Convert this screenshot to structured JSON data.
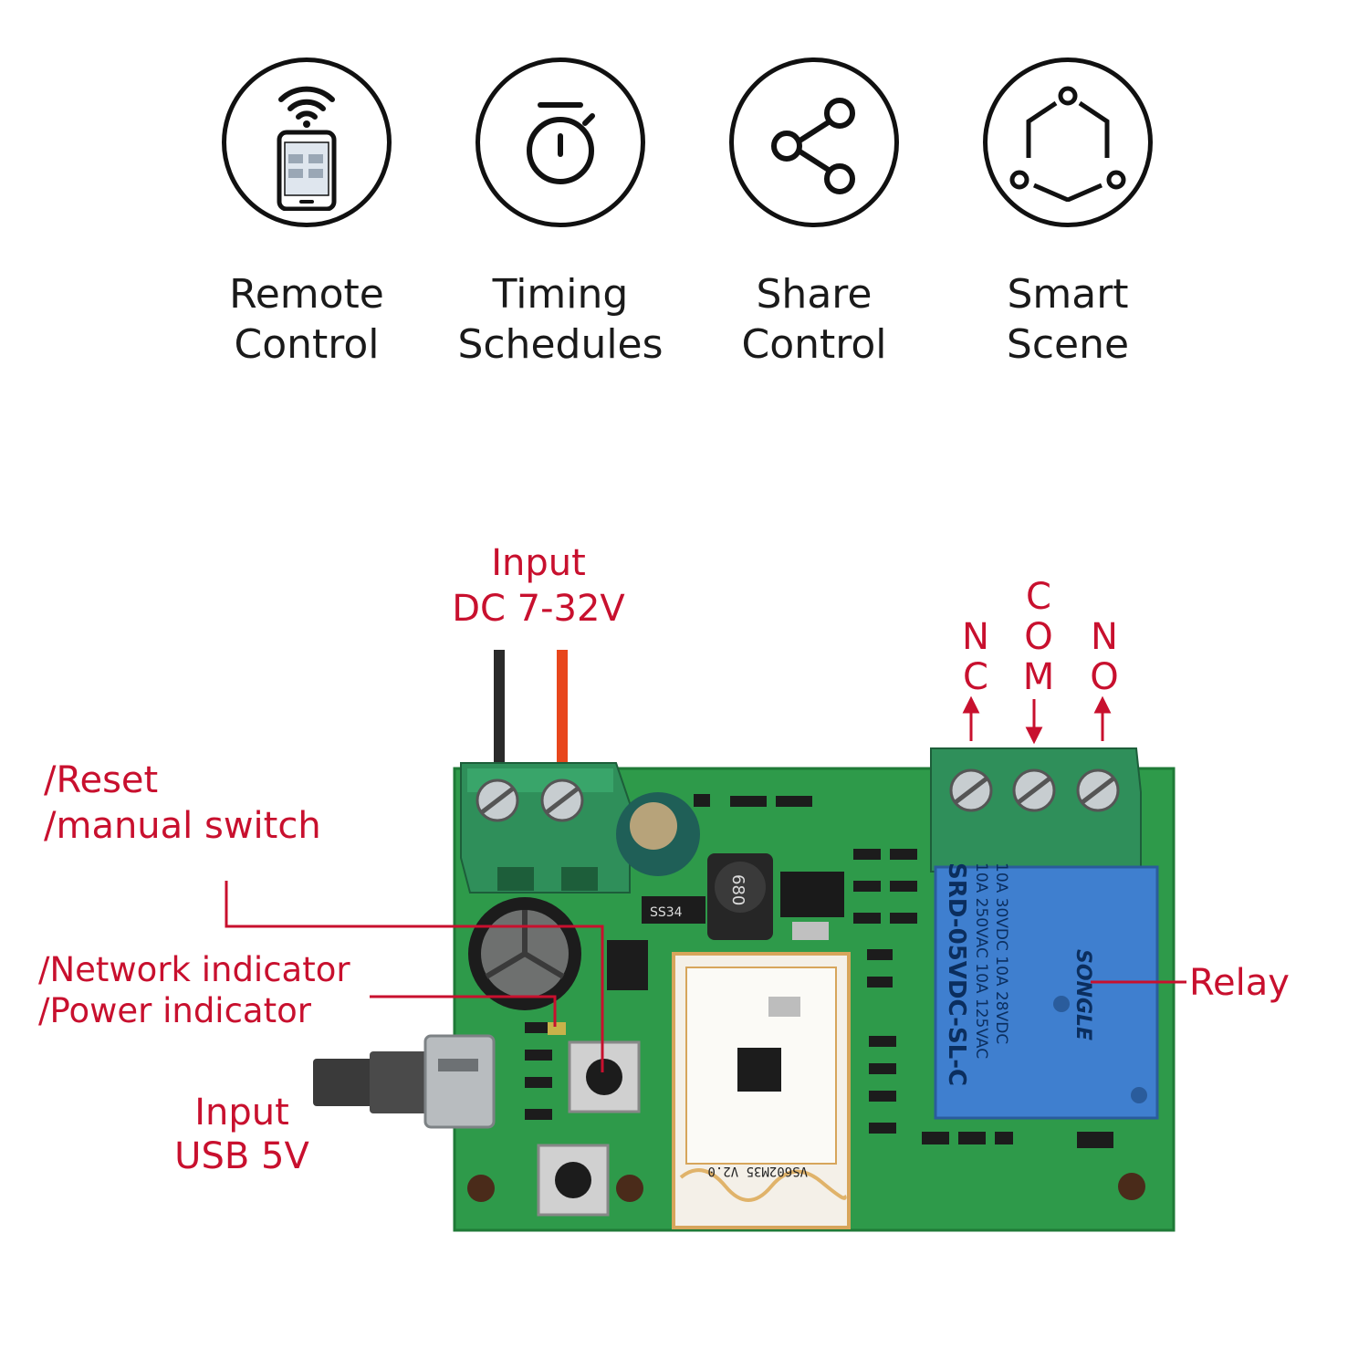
{
  "features": [
    {
      "icon": "phone-remote-icon",
      "line1": "Remote",
      "line2": "Control"
    },
    {
      "icon": "timer-icon",
      "line1": "Timing",
      "line2": "Schedules"
    },
    {
      "icon": "share-icon",
      "line1": "Share",
      "line2": "Control"
    },
    {
      "icon": "smart-scene-icon",
      "line1": "Smart",
      "line2": "Scene"
    }
  ],
  "callouts": {
    "input_dc": {
      "line1": "Input",
      "line2": "DC 7-32V"
    },
    "reset": {
      "line1": "/Reset",
      "line2": "/manual switch"
    },
    "indicators": {
      "line1": "/Network indicator",
      "line2": "/Power indicator"
    },
    "input_usb": {
      "line1": "Input",
      "line2": "USB 5V"
    },
    "relay": "Relay",
    "nc": [
      "N",
      "C"
    ],
    "com": [
      "C",
      "O",
      "M"
    ],
    "no": [
      "N",
      "O"
    ]
  },
  "board": {
    "module_text": "VS602M35 V2.0",
    "relay_text": [
      "SRD-05VDC-SL-C",
      "10A 250VAC 10A 125VAC",
      "10A 30VDC 10A 28VDC"
    ],
    "relay_brand": "SONGLE",
    "inductor_text": "680"
  },
  "colors": {
    "accent_red": "#c8102e",
    "pcb_green": "#2e9a4a",
    "terminal_green": "#2f8f5a",
    "relay_blue": "#3f7fcf",
    "wire_red": "#e8461c",
    "wire_black": "#2a2a2a"
  }
}
